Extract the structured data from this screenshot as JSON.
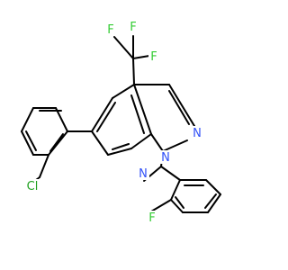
{
  "molecule": {
    "atoms": {
      "f1": {
        "symbol": "F",
        "color": "#33cc33"
      },
      "f2": {
        "symbol": "F",
        "color": "#33cc33"
      },
      "f3": {
        "symbol": "F",
        "color": "#33cc33"
      },
      "n1": {
        "symbol": "N",
        "color": "#3050f8"
      },
      "n2": {
        "symbol": "N",
        "color": "#3050f8"
      },
      "n3": {
        "symbol": "N",
        "color": "#3050f8"
      },
      "cl": {
        "symbol": "Cl",
        "color": "#1fa01f"
      },
      "f4": {
        "symbol": "F",
        "color": "#33cc33"
      }
    },
    "bond_color": "#000000"
  }
}
